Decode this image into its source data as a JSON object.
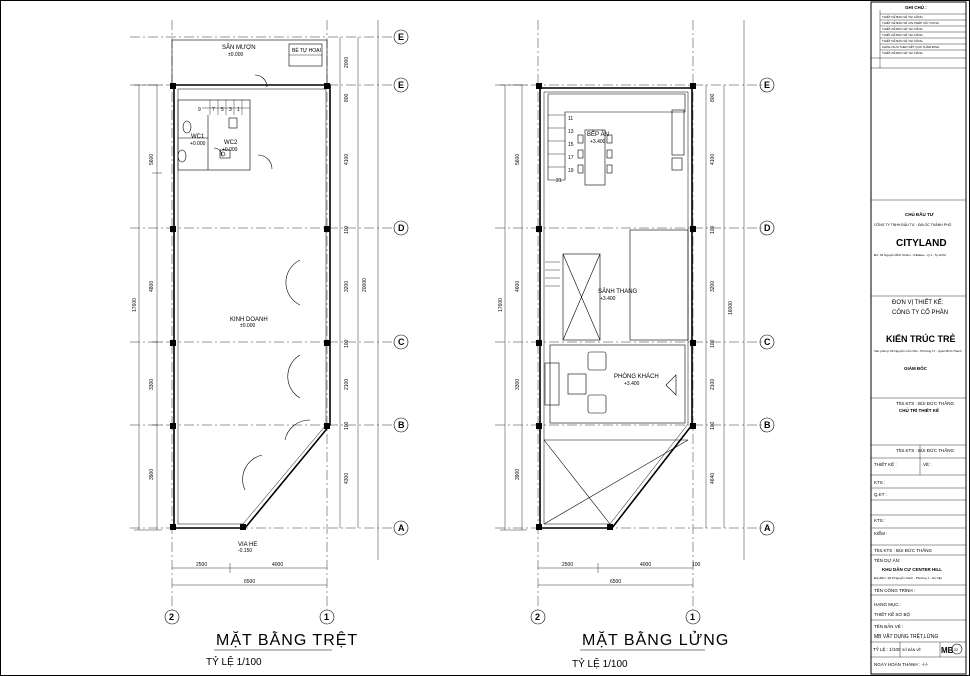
{
  "ground_plan": {
    "title": "MẶT BẰNG TRỆT",
    "scale": "TỶ LỆ 1/100",
    "rooms": {
      "san_muon": "SÂN MƯỢN",
      "san_muon_level": "±0.000",
      "be_tu_hoai": "BỂ TỰ HOẠI",
      "wc1": "WC1",
      "wc1_level": "+0.000",
      "wc2": "WC2",
      "wc2_level": "+0.000",
      "kinh_doanh": "KINH DOANH",
      "kinh_doanh_level": "±0.000",
      "via_he": "VIA HE",
      "via_he_level": "-0.150"
    },
    "left_dims": [
      "5600",
      "4800",
      "3300",
      "3900"
    ],
    "left_total": "17600",
    "right_dims": [
      "2000",
      "800",
      "4100",
      "100",
      "3200",
      "100",
      "2100",
      "100",
      "4300"
    ],
    "right_total": "20000",
    "bottom_dims": [
      "2500",
      "4000"
    ],
    "bottom_total": "6500",
    "stair_numbers": [
      "9",
      "7",
      "5",
      "3",
      "1"
    ]
  },
  "mezz_plan": {
    "title": "MẶT BẰNG  LỬNG",
    "scale": "TỶ LỆ 1/100",
    "rooms": {
      "bep_an": "BẾP ĂN",
      "bep_an_level": "+3.400",
      "sanh_thang": "SẢNH THANG",
      "sanh_thang_level": "+3.400",
      "phong_khach": "PHÒNG KHÁCH",
      "phong_khach_level": "+3.400"
    },
    "left_dims": [
      "5600",
      "4600",
      "3300",
      "3900"
    ],
    "left_total": "17600",
    "right_dims": [
      "800",
      "4100",
      "100",
      "3200",
      "100",
      "2100",
      "100",
      "4640"
    ],
    "right_total": "16000",
    "bottom_dims": [
      "2500",
      "4000",
      "100"
    ],
    "bottom_total": "6500",
    "stair_numbers": [
      "11",
      "13",
      "15",
      "17",
      "19",
      "21"
    ]
  },
  "grid_labels": [
    "E",
    "E",
    "D",
    "C",
    "B",
    "A"
  ],
  "axis_labels": [
    "2",
    "1"
  ],
  "title_block": {
    "ghi_chu": "GHI CHÚ :",
    "notes": [
      "THIẾT KẾ BẢN VẼ THI CÔNG",
      "THIẾT KẾ BẢN VẼ XIN PHÉP XÂY DỰNG",
      "THIẾT KẾ BẢN VẼ THI CÔNG",
      "THIẾT KẾ BẢN VẼ THI CÔNG",
      "THIẾT KẾ BẢN VẼ THI CÔNG",
      "CHỈNH SỬA THEO KẾT QUẢ THẨM ĐỊNH",
      "THIẾT KẾ BẢN VẼ THI CÔNG"
    ],
    "chu_dau_tu": "CHỦ ĐẦU TƯ",
    "owner_company": "CÔNG TY TNHH ĐẦU TƯ - ĐỊA ỐC THÀNH PHỐ",
    "owner_brand": "CITYLAND",
    "owner_address": "ĐC: 64 Nguyễn Bỉnh Khiêm - P.Đakao - Q.1 - Tp.HCM",
    "don_vi": "ĐƠN VỊ THIẾT KẾ:",
    "designer_company": "CÔNG TY CỔ PHẦN",
    "designer_brand": "KIẾN TRÚC TRẺ",
    "designer_address": "Văn phòng: 66 Nguyễn Cửu Vân - Phường 17 - Quận Bình Thạnh",
    "giam_doc": "GIÁM ĐỐC",
    "person1": "ThS.KTS : BÙI ĐỨC THẮNG",
    "chu_tri": "CHỦ TRÌ THIẾT KẾ",
    "person2": "ThS.KTS : BÙI ĐỨC THẮNG",
    "roles": [
      "THIẾT KẾ :",
      "VẼ :",
      "KTS :",
      "Q.KT :",
      "KTS :",
      "KIỂM :"
    ],
    "person3": "ThS.KTS : BÙI ĐỨC THẮNG",
    "ten_du_an": "TÊN DỰ ÁN:",
    "project": "KHU DÂN CƯ CENTER HILL",
    "project_addr": "Địa điểm: Số 8 Nguyễn Oanh - Phường 7 - Gò Vấp",
    "ten_cong_trinh": "TÊN CÔNG TRÌNH :",
    "hang_muc": "HẠNG MỤC :",
    "hang_muc_val": "THIẾT KẾ SƠ BỘ",
    "ten_ban_ve": "TÊN BẢN VẼ :",
    "ban_ve_val": "MB VẬT DỤNG TRỆT,LỬNG",
    "ty_le_label": "TỶ LỆ : 1/100",
    "so_ban_ve": "SỐ BẢN VẼ",
    "sheet_code": "MB",
    "sheet_num": "02",
    "ngay": "NGÀY HOÀN THÀNH :  -/-/-"
  }
}
